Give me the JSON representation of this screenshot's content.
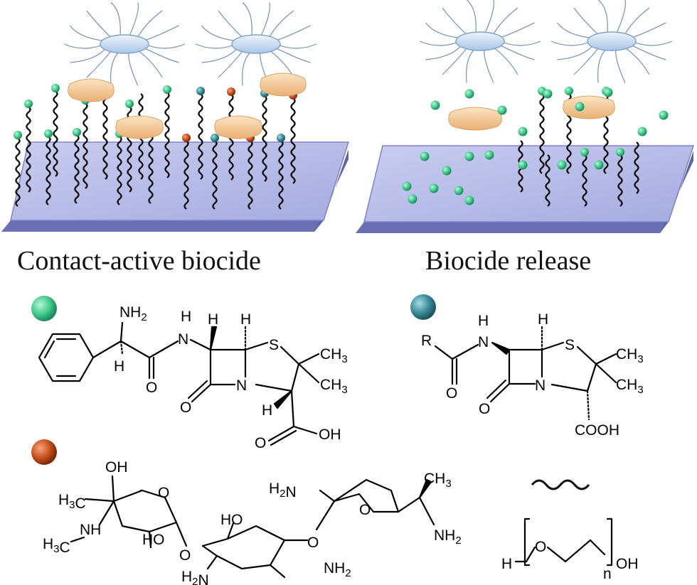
{
  "panels": {
    "left_caption": "Contact-active biocide",
    "right_caption": "Biocide release"
  },
  "colors": {
    "surface_top": "#b9bde8",
    "surface_edge": "#7f83c6",
    "bacterium_body": "#c8dcf2",
    "flagella": "#5a7fa6",
    "debris": "#f2c590",
    "green_bead": "#3fc98b",
    "teal_bead": "#3a8c97",
    "orange_bead": "#c6501c",
    "chain": "#111111"
  },
  "legend": {
    "ampicillin_atoms": {
      "nh2": "NH2",
      "h_alpha": "H",
      "o_amide": "O",
      "nh": "H",
      "n": "N",
      "h1": "H",
      "h2": "H",
      "s": "S",
      "ch3_a": "CH3",
      "ch3_b": "CH3",
      "o_lactam": "O",
      "n_ring": "N",
      "h3": "H",
      "o_acid": "O",
      "oh": "OH"
    },
    "penicillin_atoms": {
      "r": "R",
      "o": "O",
      "n": "N",
      "h_nh": "H",
      "h1": "H",
      "s": "S",
      "ch3_a": "CH3",
      "ch3_b": "CH3",
      "o_lactam": "O",
      "n_ring": "N",
      "cooh": "COOH"
    },
    "gentamicin_atoms": {
      "oh_top": "OH",
      "h3c_1": "H3C",
      "nh": "NH",
      "h3c_2": "H3C",
      "o_ring1": "O",
      "ho_1": "HO",
      "o_link1": "O",
      "ho_2": "HO",
      "h2n_1": "H2N",
      "nh2_1": "NH2",
      "o_link2": "O",
      "h2n_2": "H2N",
      "o_ring3": "O",
      "ch3": "CH3",
      "nh2_2": "NH2"
    },
    "peg_atoms": {
      "h": "H",
      "o": "O",
      "oh": "OH",
      "n": "n"
    }
  }
}
